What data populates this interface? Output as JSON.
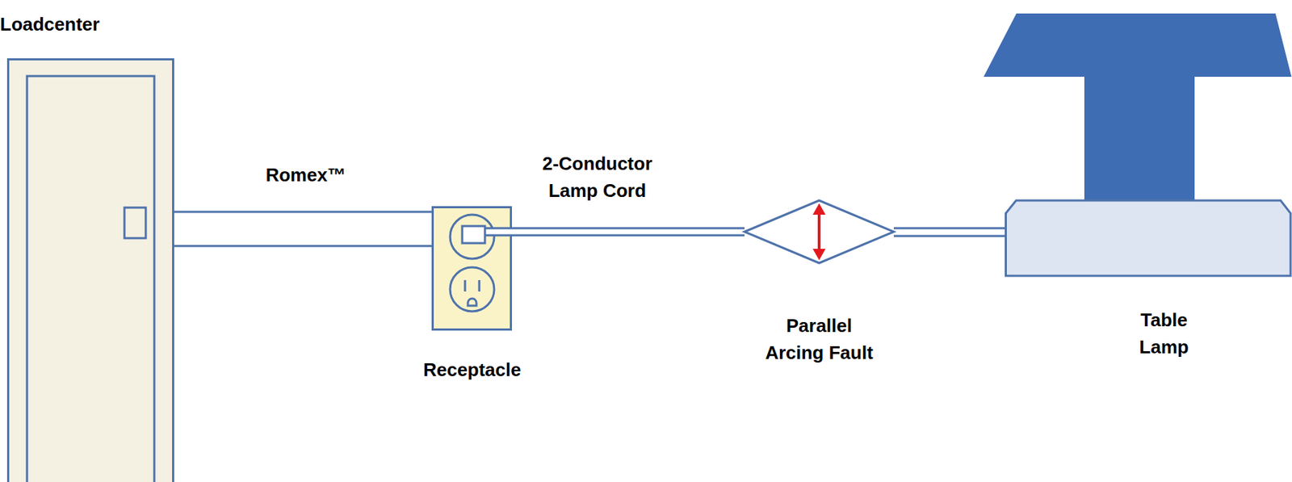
{
  "diagram": {
    "nodes": [
      {
        "text": [
          "Loadcenter"
        ]
      },
      {
        "text": [
          "Receptacle"
        ]
      },
      {
        "text": [
          "Parallel Arcing Fault"
        ]
      },
      {
        "text": [
          "Table Lamp"
        ]
      }
    ],
    "edges": [
      {
        "from": 0,
        "to": 1,
        "arrow": "none",
        "label": "Romex™"
      },
      {
        "from": 1,
        "to": 2,
        "arrow": "none",
        "label": "2-Conductor Lamp Cord"
      },
      {
        "from": 2,
        "to": 3,
        "arrow": "none"
      }
    ]
  }
}
